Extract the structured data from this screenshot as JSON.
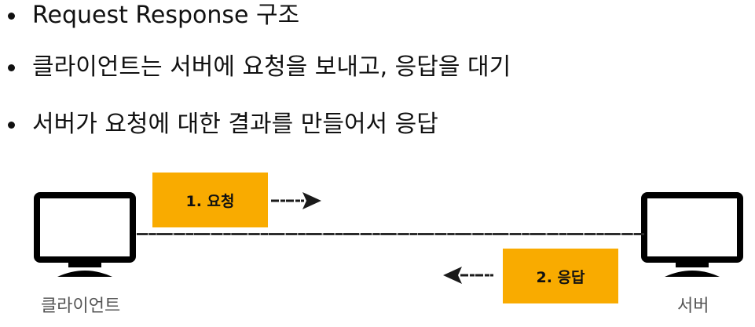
{
  "bullets": [
    "Request Response 구조",
    "클라이언트는 서버에 요청을 보내고, 응답을 대기",
    "서버가 요청에 대한 결과를 만들어서 응답"
  ],
  "diagram": {
    "request_label": "1. 요청",
    "response_label": "2. 응답",
    "client_label": "클라이언트",
    "server_label": "서버",
    "box_color": "#f9ab00"
  }
}
